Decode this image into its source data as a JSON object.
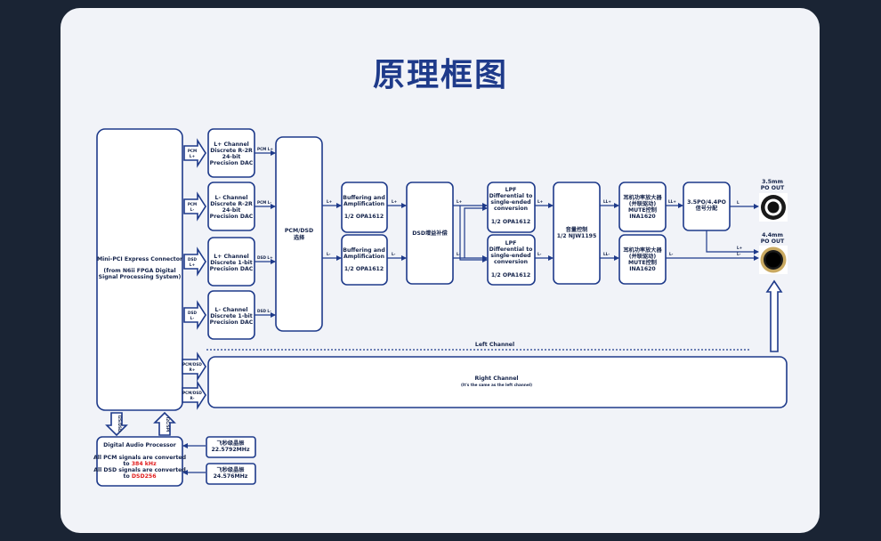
{
  "title": "原理框图",
  "mini_pci": {
    "l1": "Mini-PCI Express Connector",
    "l2": "(from N6ii FPGA Digital",
    "l3": "Signal Processing System)"
  },
  "in_arrows": {
    "pcm_l_plus": [
      "PCM",
      "L+"
    ],
    "pcm_l_minus": [
      "PCM",
      "L-"
    ],
    "dsd_l_plus": [
      "DSD",
      "L+"
    ],
    "dsd_l_minus": [
      "DSD",
      "L-"
    ],
    "r_plus": [
      "PCM/DSD",
      "R+"
    ],
    "r_minus": [
      "PCM/DSD",
      "R-"
    ]
  },
  "dac": {
    "pcm_plus": [
      "L+ Channel",
      "Discrete R-2R",
      "24-bit",
      "Precision DAC"
    ],
    "pcm_minus": [
      "L- Channel",
      "Discrete R-2R",
      "24-bit",
      "Precision DAC"
    ],
    "dsd_plus": [
      "L+ Channel",
      "Discrete 1-bit",
      "Precision DAC"
    ],
    "dsd_minus": [
      "L- Channel",
      "Discrete 1-bit",
      "Precision DAC"
    ]
  },
  "wire_labels": {
    "pcm_l_plus": "PCM L+",
    "pcm_l_minus": "PCM L-",
    "dsd_l_plus": "DSD L+",
    "dsd_l_minus": "DSD L-",
    "l_plus": "L+",
    "l_minus": "L-",
    "ll_plus": "LL+",
    "ll_minus": "LL-",
    "l_out": "L"
  },
  "select": {
    "l1": "PCM/DSD",
    "l2": "选择"
  },
  "buffer": {
    "l1": "Buffering and",
    "l2": "Amplification",
    "l3": "1/2 OPA1612"
  },
  "dsd_comp": "DSD增益补偿",
  "lpf": {
    "l1": "LPF",
    "l2": "Differential to",
    "l3": "single-ended",
    "l4": "conversion",
    "l5": "1/2 OPA1612"
  },
  "volume": {
    "l1": "音量控制",
    "l2": "1/2 NJW1195"
  },
  "amp": {
    "l1": "耳机功率放大器",
    "l2": "(并联驱动)",
    "l3": "MUTE控制",
    "l4": "INA1620"
  },
  "split": {
    "l1": "3.5PO/4.4PO",
    "l2": "信号分配"
  },
  "jacks": {
    "j35": [
      "3.5mm",
      "PO OUT"
    ],
    "j44": [
      "4.4mm",
      "PO OUT"
    ]
  },
  "left_channel": "Left Channel",
  "right_channel": {
    "l1": "Right Channel",
    "l2": "(It's the same as the left channel)"
  },
  "bus": {
    "i2s": "I2S/DSD",
    "i2c": "I2C/SPI"
  },
  "dap": {
    "title": "Digital Audio Processor",
    "pcm_pre": "All PCM signals are converted",
    "pcm_to": "to ",
    "pcm_val": "384 kHz",
    "dsd_pre": "All DSD signals are converted",
    "dsd_to": "to ",
    "dsd_val": "DSD256"
  },
  "clocks": {
    "c1": [
      "飞秒级晶振",
      "22.5792MHz"
    ],
    "c2": [
      "飞秒级晶振",
      "24.576MHz"
    ]
  },
  "colors": {
    "accent": "#1e3a8a",
    "highlight": "#e11d1d",
    "background": "#1a2434",
    "panel": "#f1f3f8"
  }
}
